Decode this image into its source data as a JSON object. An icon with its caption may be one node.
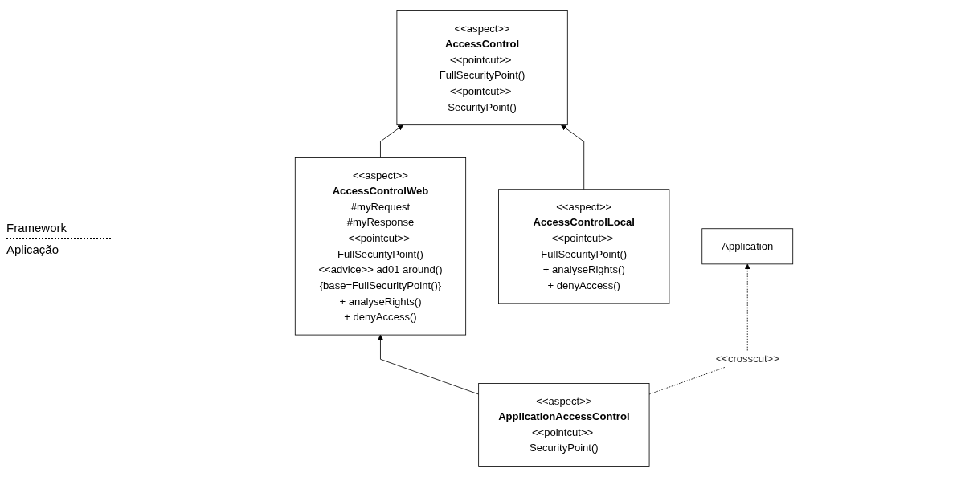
{
  "diagram": {
    "nodes": [
      {
        "text": [
          "<<aspect>>",
          "AccessControl",
          "<<pointcut>> FullSecurityPoint()",
          "<<pointcut>> SecurityPoint()"
        ]
      },
      {
        "text": [
          "<<aspect>>",
          "AccessControlWeb",
          "#myRequest",
          "#myResponse",
          "<<pointcut>> FullSecurityPoint()",
          "<<advice>> ad01 around(){base=FullSecurityPoint()}",
          "+ analyseRights()",
          "+ denyAccess()"
        ]
      },
      {
        "text": [
          "<<aspect>>",
          "AccessControlLocal",
          "<<pointcut>> FullSecurityPoint()",
          "+ analyseRights()",
          "+ denyAccess()"
        ]
      },
      {
        "text": [
          "<<aspect>>",
          "ApplicationAccessControl",
          "<<pointcut>> SecurityPoint()"
        ]
      },
      {
        "text": [
          "Application"
        ]
      }
    ],
    "edges": [
      {
        "from": 1,
        "to": 0,
        "arrow": "to"
      },
      {
        "from": 2,
        "to": 0,
        "arrow": "to"
      },
      {
        "from": 3,
        "to": 1,
        "arrow": "to"
      },
      {
        "from": 3,
        "to": 4,
        "arrow": "to",
        "style": "dashed",
        "label": "<<crosscut>>"
      }
    ],
    "labels": [
      "Framework",
      "Aplicação"
    ]
  }
}
